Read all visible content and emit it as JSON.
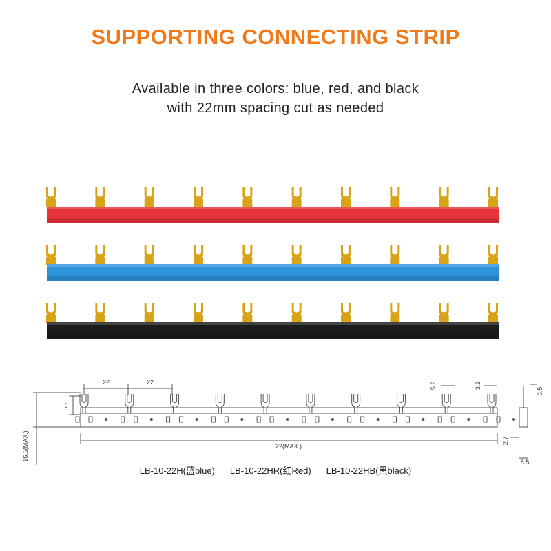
{
  "title": "SUPPORTING CONNECTING STRIP",
  "subtitle_line1": "Available in three colors: blue, red, and black",
  "subtitle_line2": "with 22mm spacing cut as needed",
  "colors": {
    "title": "#f07a1a",
    "strip_red": "#e8333a",
    "strip_blue": "#2f93dc",
    "strip_black": "#1c1c1c",
    "fork": "#d9a318"
  },
  "strips": [
    {
      "name": "red",
      "color": "#e8333a"
    },
    {
      "name": "blue",
      "color": "#2f93dc"
    },
    {
      "name": "black",
      "color": "#1c1c1c"
    }
  ],
  "forks_per_strip": 10,
  "drawing": {
    "dim_spacing_1": "22",
    "dim_spacing_2": "22",
    "dim_fork_height": "9",
    "dim_total_height": "16.5(MAX.)",
    "dim_total_length": "22(MAX.)",
    "dim_slot": "5.2",
    "dim_fork_width": "3.2",
    "dim_thickness": "0.5",
    "dim_side_h": "2.7",
    "dim_side_w": "5.5"
  },
  "models": [
    "LB-10-22H(蓝blue)",
    "LB-10-22HR(红Red)",
    "LB-10-22HB(黑black)"
  ]
}
